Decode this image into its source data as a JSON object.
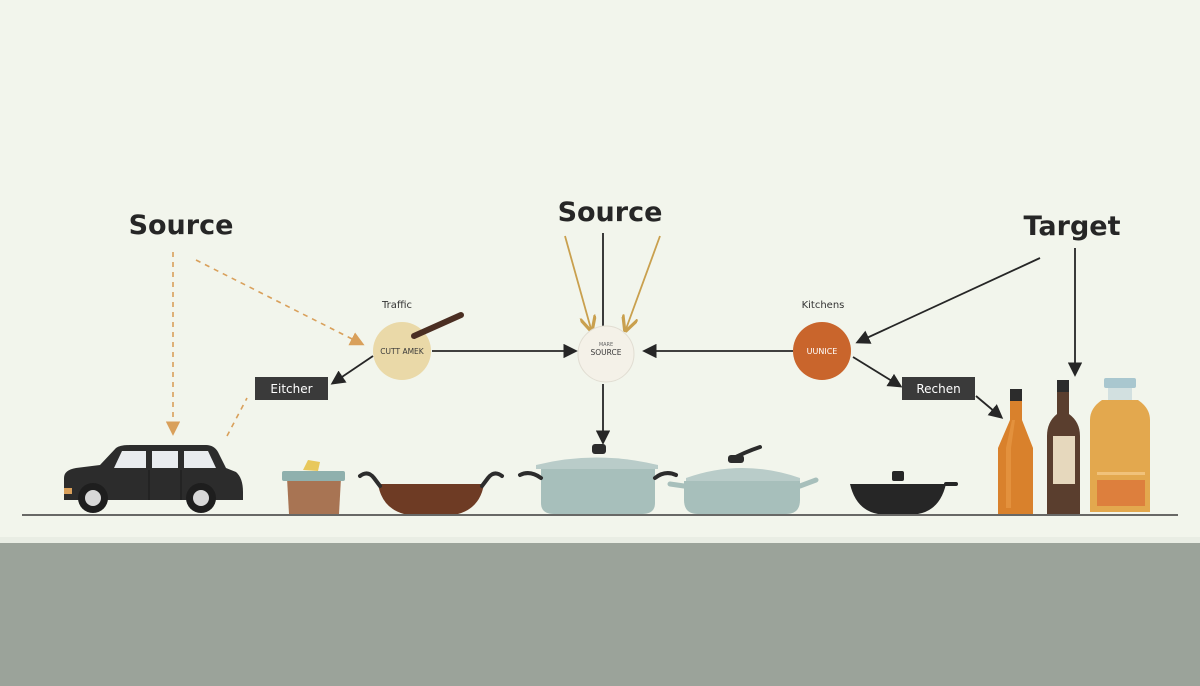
{
  "headings": {
    "left": "Source",
    "center": "Source",
    "right": "Target"
  },
  "labels": {
    "left_small": "Traffic",
    "right_small": "Kitchens"
  },
  "nodes": {
    "left_circle": "CUTT AMEK",
    "center_circle_top": "MARE",
    "center_circle": "SOURCE",
    "right_circle": "UUNICE"
  },
  "boxes": {
    "left": "Eitcher",
    "right": "Rechen"
  },
  "colors": {
    "background": "#f2f5ec",
    "floor": "#9ba39a",
    "ink": "#262626",
    "dashed_arrow": "#d9a05b",
    "golden_arrow": "#c9a04e",
    "left_circle": "#ead9a8",
    "center_circle": "#f4f1e8",
    "right_circle": "#c9652c",
    "label_box": "#3a3a3a",
    "pot_blue": "#a7bfbb",
    "wok_brown": "#6e3b24",
    "bottle_orange": "#d9812c",
    "bottle_dark": "#5a3e2e",
    "bottle_amber": "#e3a84e"
  },
  "icons": [
    "car-icon",
    "basket-icon",
    "wok-icon",
    "stockpot-icon",
    "casserole-icon",
    "black-pan-icon",
    "orange-bottle-icon",
    "dark-bottle-icon",
    "amber-jar-icon"
  ]
}
